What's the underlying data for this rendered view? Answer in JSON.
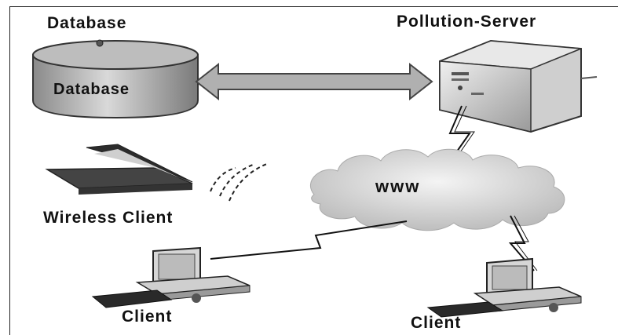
{
  "labels": {
    "database_title": "Database",
    "database_inner": "Database",
    "server": "Pollution-Server",
    "wireless_client": "Wireless Client",
    "client_left": "Client",
    "client_right": "Client",
    "network": "www"
  },
  "icons": {
    "database": "database-cylinder-icon",
    "server": "server-tower-icon",
    "laptop": "laptop-icon",
    "wireless": "wireless-waves-icon",
    "cloud": "cloud-icon",
    "client": "desktop-computer-icon",
    "link": "lightning-link-icon",
    "arrow": "double-arrow-icon"
  }
}
